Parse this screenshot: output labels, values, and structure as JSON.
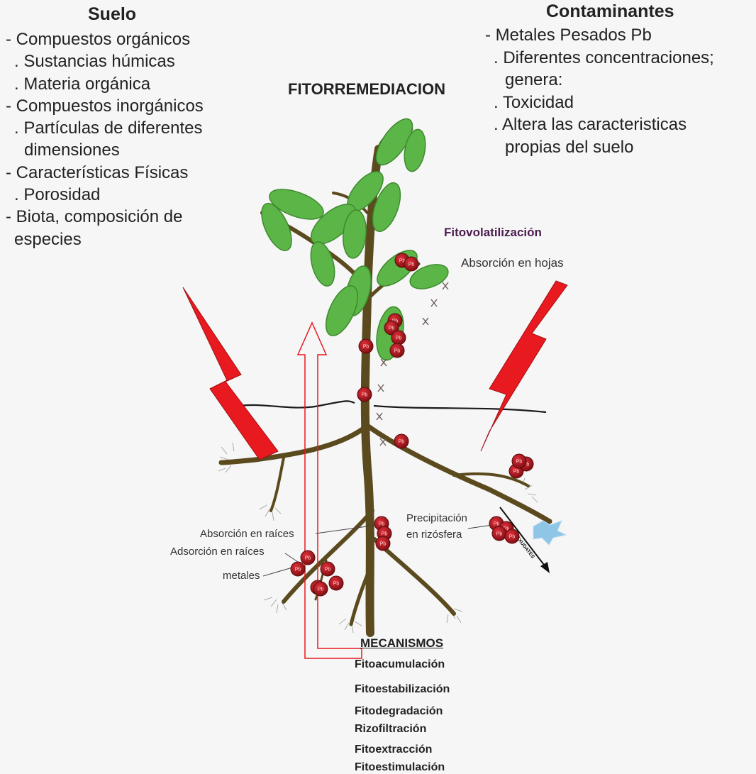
{
  "title": "FITORREMEDIACION",
  "suelo": {
    "heading": "Suelo",
    "lines": [
      "- Compuestos orgánicos",
      "  . Sustancias húmicas",
      "  . Materia orgánica",
      "- Compuestos inorgánicos",
      "  . Partículas de diferentes",
      "    dimensiones",
      "- Características Físicas",
      "  . Porosidad",
      "- Biota, composición de",
      "  especies"
    ]
  },
  "contaminantes": {
    "heading": "Contaminantes",
    "lines": [
      "- Metales Pesados Pb",
      "  . Diferentes concentraciones;",
      "    genera:",
      "  . Toxicidad",
      "  . Altera las caracteristicas",
      "    propias del suelo"
    ]
  },
  "labels": {
    "fitovolatilizacion": "Fitovolatilización",
    "absorcion_hojas": "Absorción en hojas",
    "absorcion_raices": "Absorción en raíces",
    "adsorcion_raices": "Adsorción en raíces",
    "metales": "metales",
    "precipitacion_1": "Precipitación",
    "precipitacion_2": "en rizósfera",
    "plant_exudates": "PLANT EXUDATES"
  },
  "metal_symbol": "Pb",
  "mecanismos": {
    "heading": "MECANISMOS",
    "items": [
      "Fitoacumulación",
      "Fitoestabilización",
      "Fitodegradación",
      "Rizofiltración",
      "Fitoextracción",
      "Fitoestimulación"
    ]
  },
  "colors": {
    "leaf": "#5cb547",
    "leaf_dark": "#3d8a2e",
    "stem": "#5b4a1e",
    "arrow_red": "#e8191f",
    "metal": "#b0161c",
    "background": "#f6f6f6"
  }
}
